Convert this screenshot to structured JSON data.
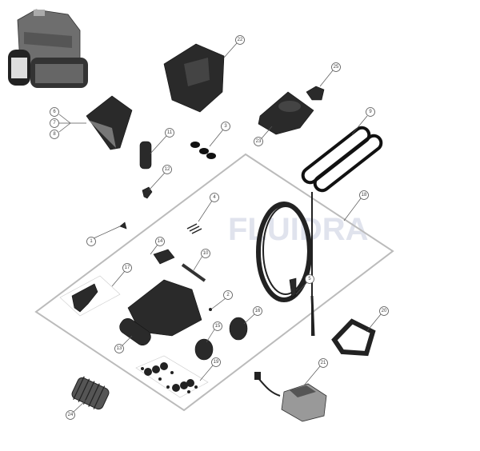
{
  "diagram": {
    "watermark": "FLUIDRA",
    "callouts": [
      "22",
      "25",
      "23",
      "9",
      "6",
      "7",
      "8",
      "11",
      "3",
      "12",
      "4",
      "18",
      "1",
      "14",
      "10",
      "17",
      "2",
      "5",
      "16",
      "15",
      "13",
      "19",
      "20",
      "21",
      "24"
    ]
  }
}
